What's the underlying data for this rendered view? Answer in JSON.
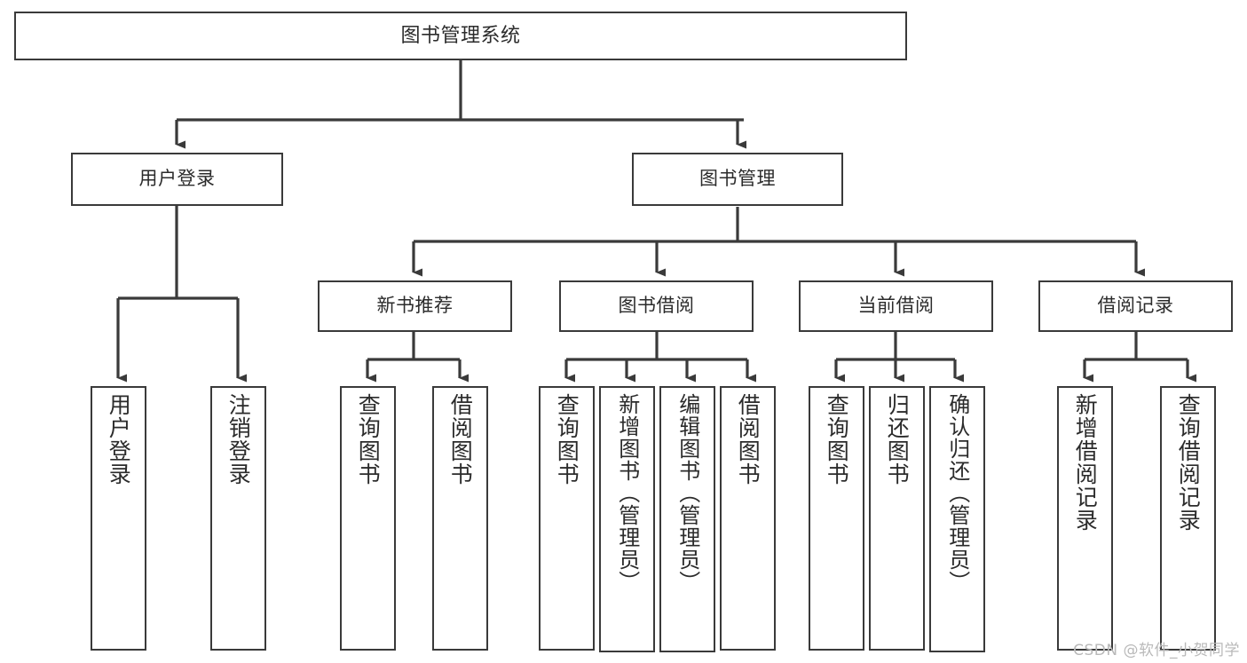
{
  "diagram": {
    "type": "tree-hierarchy",
    "title": "图书管理系统",
    "orientation": "top-down",
    "colors": {
      "border": "#3a3a3a",
      "background": "#ffffff",
      "text": "#2b2b2b",
      "edge": "#3a3a3a",
      "watermark": "#b9b9b9"
    }
  },
  "nodes": {
    "root": {
      "label": "图书管理系统"
    },
    "level2": [
      {
        "label": "用户登录"
      },
      {
        "label": "图书管理"
      }
    ],
    "level3": [
      {
        "label": "新书推荐"
      },
      {
        "label": "图书借阅"
      },
      {
        "label": "当前借阅"
      },
      {
        "label": "借阅记录"
      }
    ],
    "leaves": {
      "user_login": [
        {
          "label": "用户登录"
        },
        {
          "label": "注销登录"
        }
      ],
      "new_book_recommend": [
        {
          "label": "查询图书"
        },
        {
          "label": "借阅图书"
        }
      ],
      "book_borrow": [
        {
          "label": "查询图书"
        },
        {
          "label": "新增图书（管理员）"
        },
        {
          "label": "编辑图书（管理员）"
        },
        {
          "label": "借阅图书"
        }
      ],
      "current_borrow": [
        {
          "label": "查询图书"
        },
        {
          "label": "归还图书"
        },
        {
          "label": "确认归还（管理员）"
        }
      ],
      "borrow_record": [
        {
          "label": "新增借阅记录"
        },
        {
          "label": "查询借阅记录"
        }
      ]
    }
  },
  "watermark": {
    "text": "CSDN @软件_小贺同学"
  }
}
